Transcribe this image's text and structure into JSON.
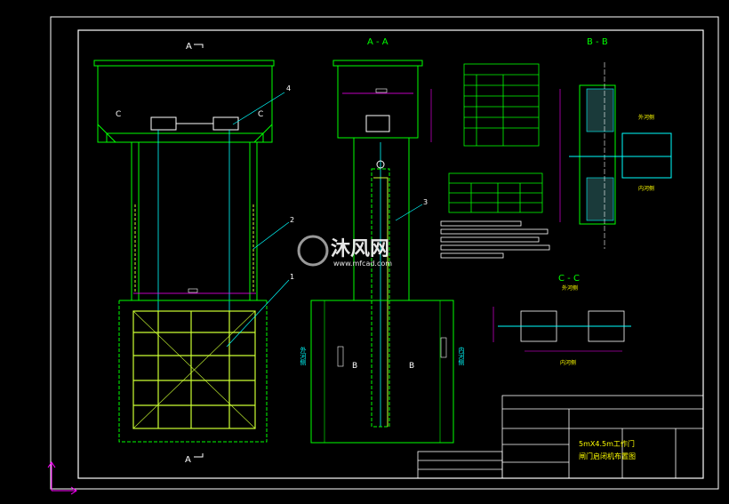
{
  "drawing": {
    "view_labels": {
      "view_a": "A",
      "section_aa": "A - A",
      "section_bb": "B - B",
      "section_cc": "C - C",
      "mark_a_bottom": "A",
      "mark_c_left": "C",
      "mark_c_right": "C",
      "mark_b_left": "B",
      "mark_b_right": "B"
    },
    "callouts": [
      "1",
      "2",
      "3",
      "4"
    ],
    "side_labels": {
      "upstream_left": "外河侧",
      "downstream_right": "内河侧",
      "bb_top_right": "外河侧",
      "bb_bottom_right": "内河侧",
      "cc_top": "外河侧",
      "cc_bottom": "内河侧"
    },
    "title_block": {
      "line1": "5mX4.5m工作门",
      "line2": "闸门启闭机布置图"
    },
    "watermark": {
      "brand": "沐风网",
      "url": "www.mfcad.com"
    },
    "colors": {
      "frame": "#ffffff",
      "structure": "#00ff00",
      "gate": "#ccff33",
      "water": "#00ffff",
      "dims": "#ff00ff",
      "red": "#ff3333"
    }
  }
}
